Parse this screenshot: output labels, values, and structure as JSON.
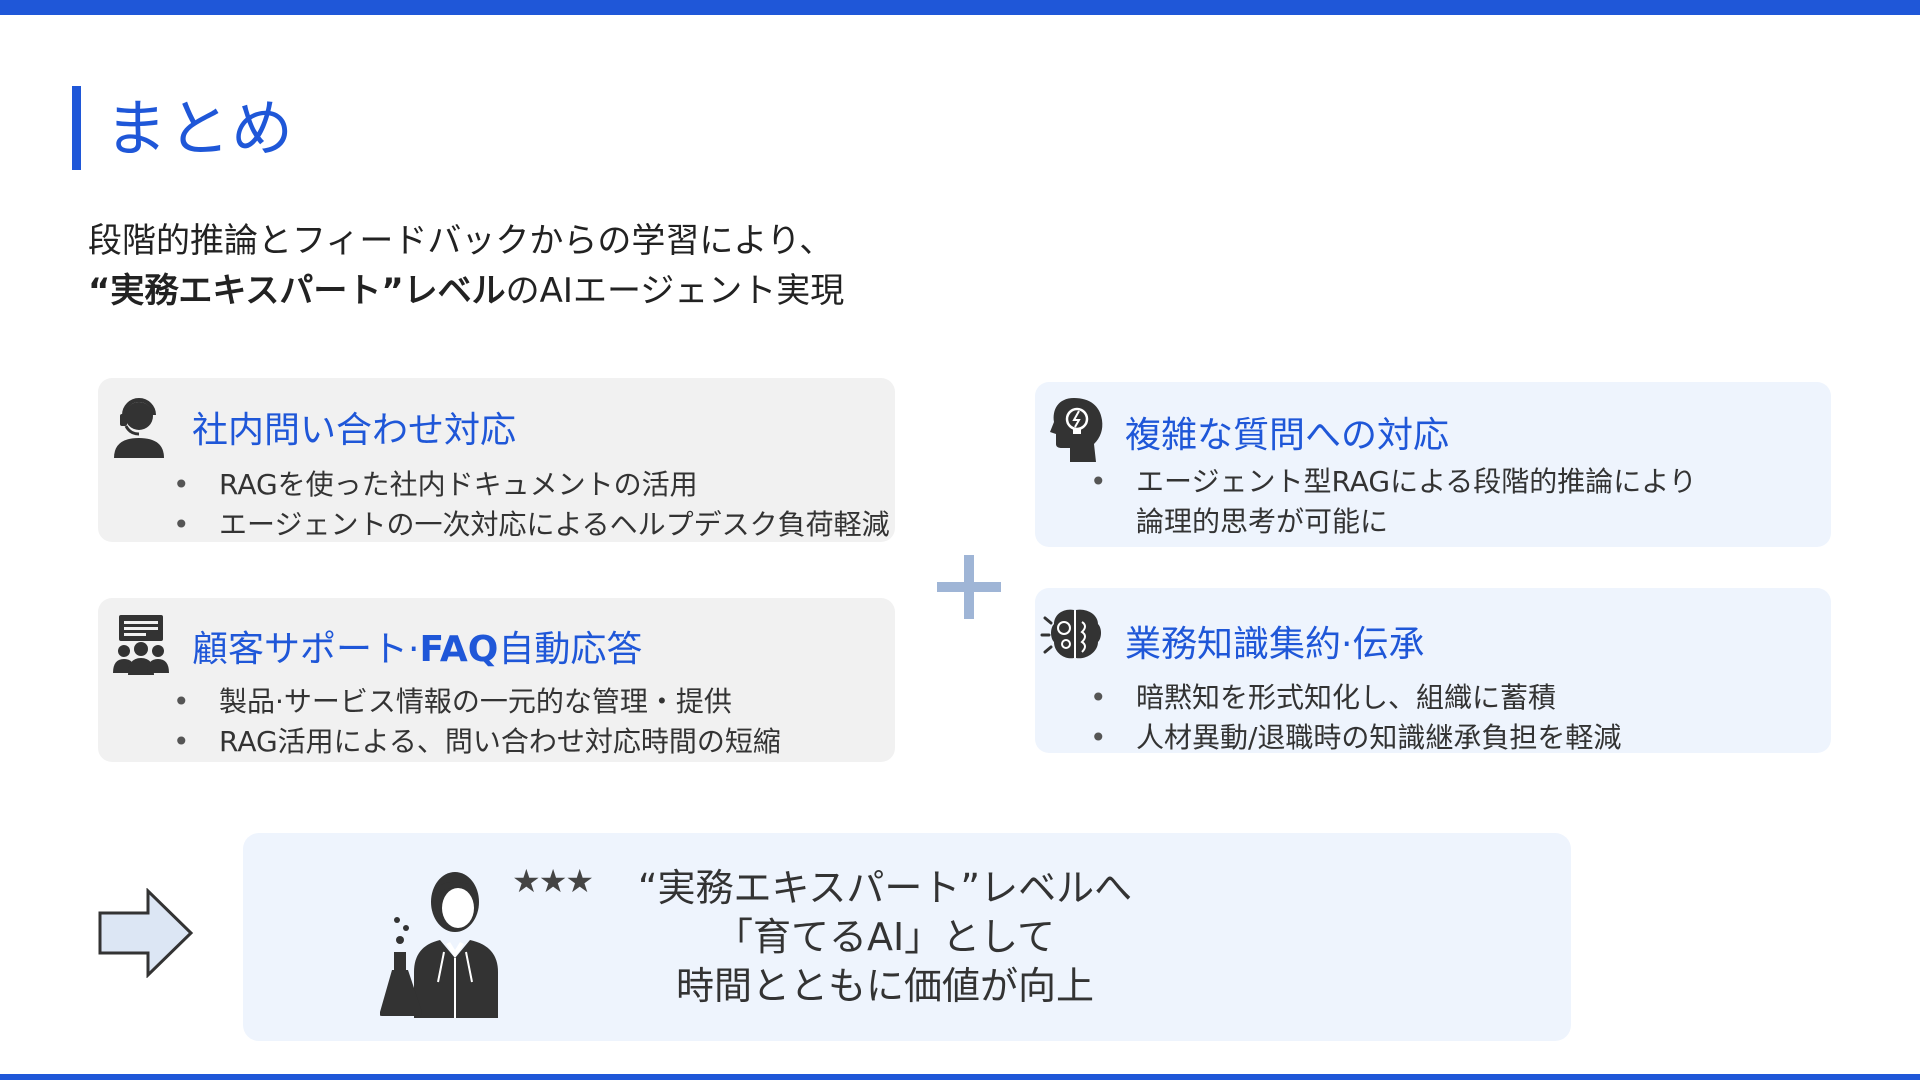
{
  "slide": {
    "title": "まとめ",
    "lead_line1": "段階的推論とフィードバックからの学習により、",
    "lead_line2_bold": "“実務エキスパート”レベル",
    "lead_line2_rest": "のAIエージェント実現"
  },
  "cards": {
    "internal": {
      "title": "社内問い合わせ対応",
      "bullets": [
        "RAGを使った社内ドキュメントの活用",
        "エージェントの一次対応によるヘルプデスク負荷軽減"
      ]
    },
    "customer": {
      "title_prefix": "顧客サポート·",
      "title_bold": "FAQ",
      "title_suffix": "自動応答",
      "bullets": [
        "製品·サービス情報の一元的な管理・提供",
        "RAG活用による、問い合わせ対応時間の短縮"
      ]
    },
    "complex": {
      "title": "複雑な質問への対応",
      "bullets": [
        "エージェント型RAGによる段階的推論により",
        "論理的思考が可能に"
      ]
    },
    "knowledge": {
      "title": "業務知識集約·伝承",
      "bullets": [
        "暗黙知を形式知化し、組織に蓄積",
        "人材異動/退職時の知識継承負担を軽減"
      ]
    }
  },
  "result": {
    "stars": "★★★",
    "line1": "“実務エキスパート”レベルへ",
    "line2": "「育てるAI」として",
    "line3": "時間とともに価値が向上"
  },
  "colors": {
    "accent": "#1f57d8",
    "card_gray": "#f1f1f1",
    "card_blue": "#eef4fd",
    "plus": "#9fb5d6"
  },
  "icons": [
    "headset-person-icon",
    "presentation-group-icon",
    "head-lightbulb-icon",
    "head-brain-gear-icon",
    "plus-icon",
    "right-arrow-icon",
    "scientist-icon"
  ]
}
